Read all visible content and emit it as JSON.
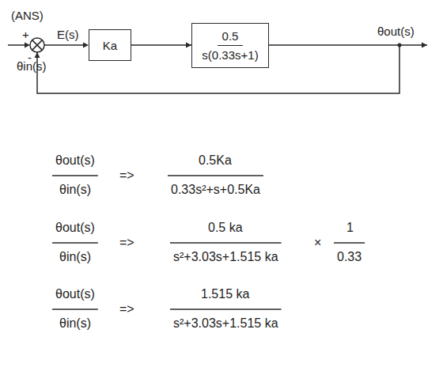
{
  "diagram": {
    "nodes": [
      {
        "text": [
          "Ka"
        ]
      },
      {
        "text": [
          "0.5",
          "s(0.33s+1)"
        ]
      }
    ],
    "edges": [
      {
        "from": 0,
        "to": 1,
        "arrow": "to"
      }
    ],
    "labels": [
      "(ANS)",
      "+",
      "-",
      "E(s)",
      "θout(s)",
      "θin(s)",
      "θout(s)",
      "θin(s)",
      "=>",
      "0.5Ka",
      "0.33s²+s+0.5Ka",
      "θout(s)",
      "θin(s)",
      "=>",
      "0.5 ka",
      "s²+3.03s+1.515 ka",
      "×",
      "1",
      "0.33",
      "θout(s)",
      "θin(s)",
      "=>",
      "1.515 ka",
      "s²+3.03s+1.515 ka"
    ]
  }
}
